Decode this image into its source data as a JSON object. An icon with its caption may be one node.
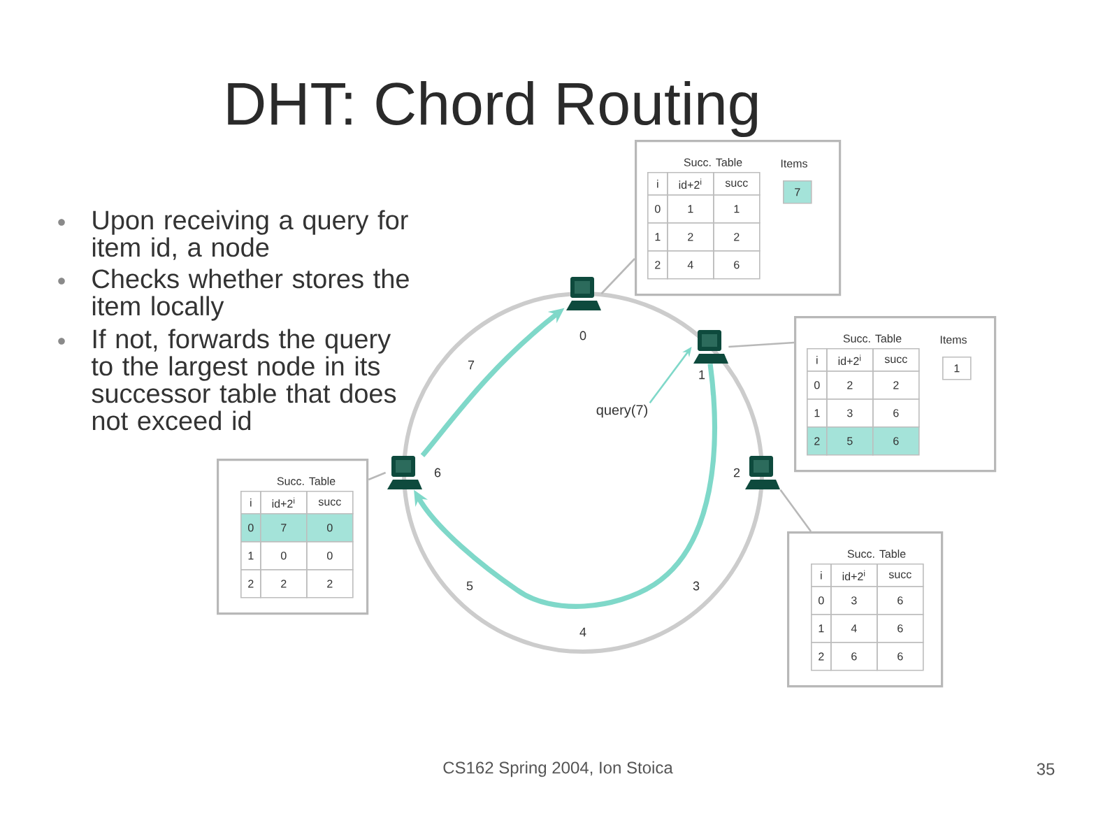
{
  "diagram": {
    "title": "DHT: Chord Routing",
    "nodes": [
      {
        "text": [
          "Succ. Table",
          "i",
          "id+2$^{i}$",
          "succ",
          "0",
          "1",
          "1",
          "1",
          "2",
          "2",
          "2",
          "4",
          "6",
          "Items",
          "7"
        ]
      },
      {
        "text": [],
        "shape": "computer",
        "beside": [
          "0"
        ]
      },
      {
        "text": [
          "Succ. Table",
          "i",
          "id+2$^{i}$",
          "succ",
          "0",
          "2",
          "2",
          "1",
          "3",
          "6",
          "2",
          "5",
          "6",
          "Items",
          "1"
        ]
      },
      {
        "text": [],
        "shape": "computer",
        "beside": [
          "1"
        ]
      },
      {
        "text": [
          "query(7)"
        ]
      },
      {
        "text": [
          "Succ. Table",
          "i",
          "id+2$^{i}$",
          "succ",
          "0",
          "7",
          "0",
          "1",
          "0",
          "0",
          "2",
          "2",
          "2"
        ]
      },
      {
        "text": [],
        "shape": "computer",
        "beside": [
          "6"
        ]
      },
      {
        "text": [],
        "shape": "computer",
        "beside": [
          "2"
        ]
      },
      {
        "text": [
          "Succ. Table",
          "i",
          "id+2$^{i}$",
          "succ",
          "0",
          "3",
          "6",
          "1",
          "4",
          "6",
          "2",
          "6",
          "6"
        ]
      }
    ],
    "edges": [
      {
        "from": 4,
        "to": 3,
        "arrow": "to",
        "color": "#7fd8c9"
      },
      {
        "from": 3,
        "to": 6,
        "arrow": "to",
        "style": "thick",
        "color": "#7fd8c9"
      },
      {
        "from": 6,
        "to": 1,
        "arrow": "to",
        "style": "thick",
        "color": "#7fd8c9"
      },
      {
        "from": 0,
        "to": 1,
        "arrow": "none"
      },
      {
        "from": 2,
        "to": 3,
        "arrow": "none"
      },
      {
        "from": 5,
        "to": 6,
        "arrow": "none"
      },
      {
        "from": 8,
        "to": 7,
        "arrow": "none"
      }
    ],
    "labels": [
      "Upon receiving a query for item id, a node",
      "Checks whether stores the item locally",
      "If not, forwards the query to the largest node in its successor table that does not exceed id",
      "7",
      "5",
      "3",
      "4",
      "CS162 Spring 2004, Ion Stoica",
      "35"
    ]
  }
}
